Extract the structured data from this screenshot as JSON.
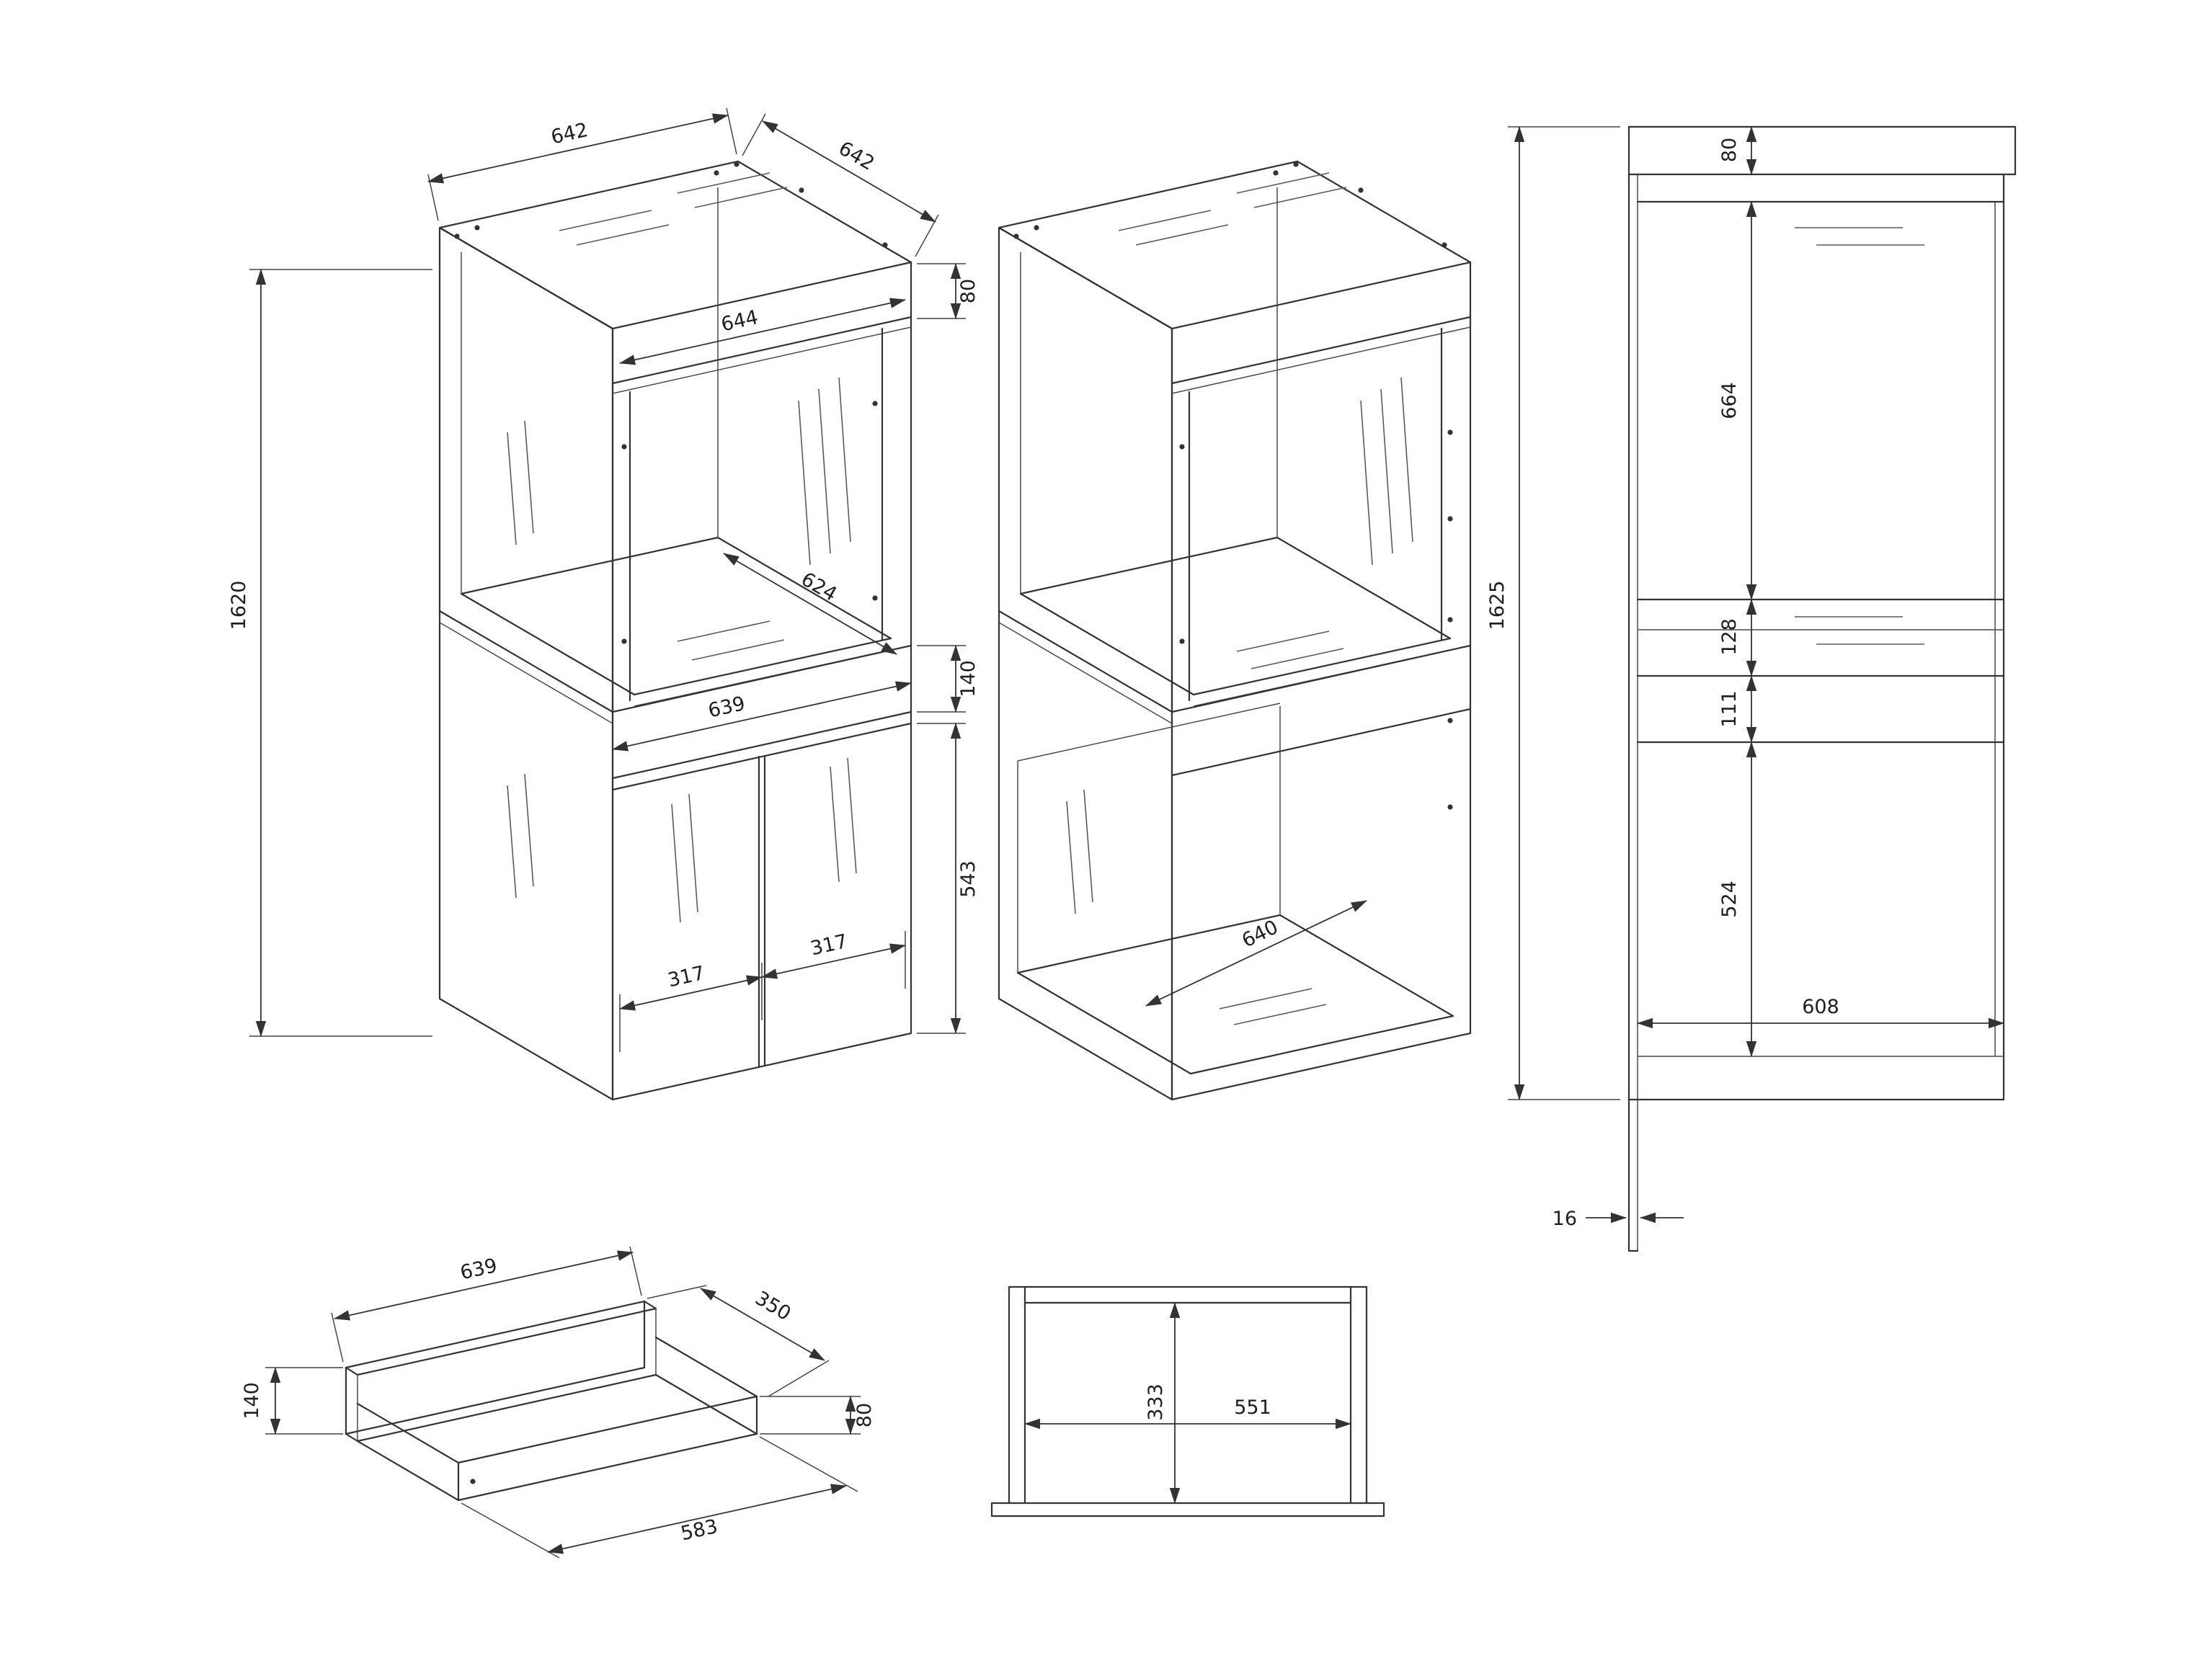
{
  "views": {
    "iso_front": {
      "width_top": "642",
      "depth_top": "642",
      "rail_height": "80",
      "inner_width": "644",
      "height": "1620",
      "shelf_depth": "624",
      "drawer_width": "639",
      "drawer_height": "140",
      "door_height": "543",
      "door_left_width": "317",
      "door_right_width": "317"
    },
    "iso_open": {
      "inner_width": "640"
    },
    "side": {
      "total_height": "1625",
      "top_rail": "80",
      "upper_cavity": "664",
      "shelf_band": "128",
      "mid_gap": "111",
      "lower_cavity": "524",
      "inner_depth": "608",
      "panel_thickness": "16"
    },
    "drawer": {
      "width": "639",
      "depth": "350",
      "front_height": "140",
      "side_height": "80",
      "inner_width": "583"
    },
    "front_section": {
      "inner_height": "333",
      "inner_width": "551"
    }
  }
}
